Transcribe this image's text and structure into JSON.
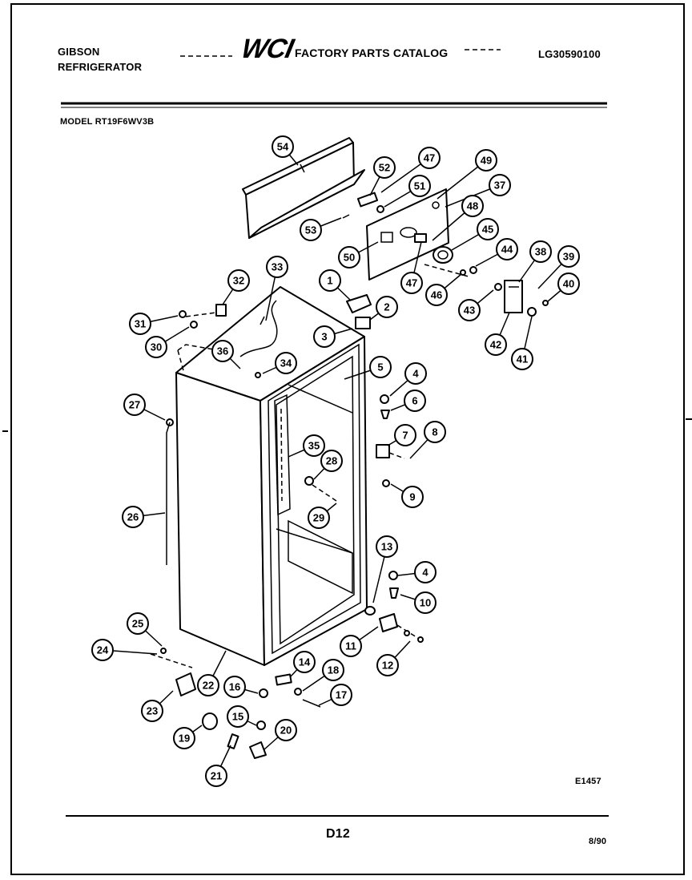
{
  "header": {
    "brand": "GIBSON",
    "product": "REFRIGERATOR",
    "logo_text": "WCI",
    "catalog_title": "FACTORY PARTS CATALOG",
    "catalog_number": "LG30590100",
    "model_line": "MODEL RT19F6WV3B"
  },
  "diagram": {
    "figure_code": "E1457",
    "callouts": [
      "1",
      "2",
      "3",
      "4",
      "4",
      "5",
      "6",
      "7",
      "8",
      "9",
      "10",
      "11",
      "12",
      "13",
      "14",
      "15",
      "16",
      "17",
      "18",
      "19",
      "20",
      "21",
      "22",
      "23",
      "24",
      "25",
      "26",
      "27",
      "28",
      "29",
      "30",
      "31",
      "32",
      "33",
      "34",
      "35",
      "36",
      "37",
      "38",
      "39",
      "40",
      "41",
      "42",
      "43",
      "44",
      "45",
      "46",
      "47",
      "47",
      "48",
      "49",
      "50",
      "51",
      "52",
      "53",
      "54"
    ]
  },
  "footer": {
    "page_code": "D12",
    "date": "8/90"
  }
}
